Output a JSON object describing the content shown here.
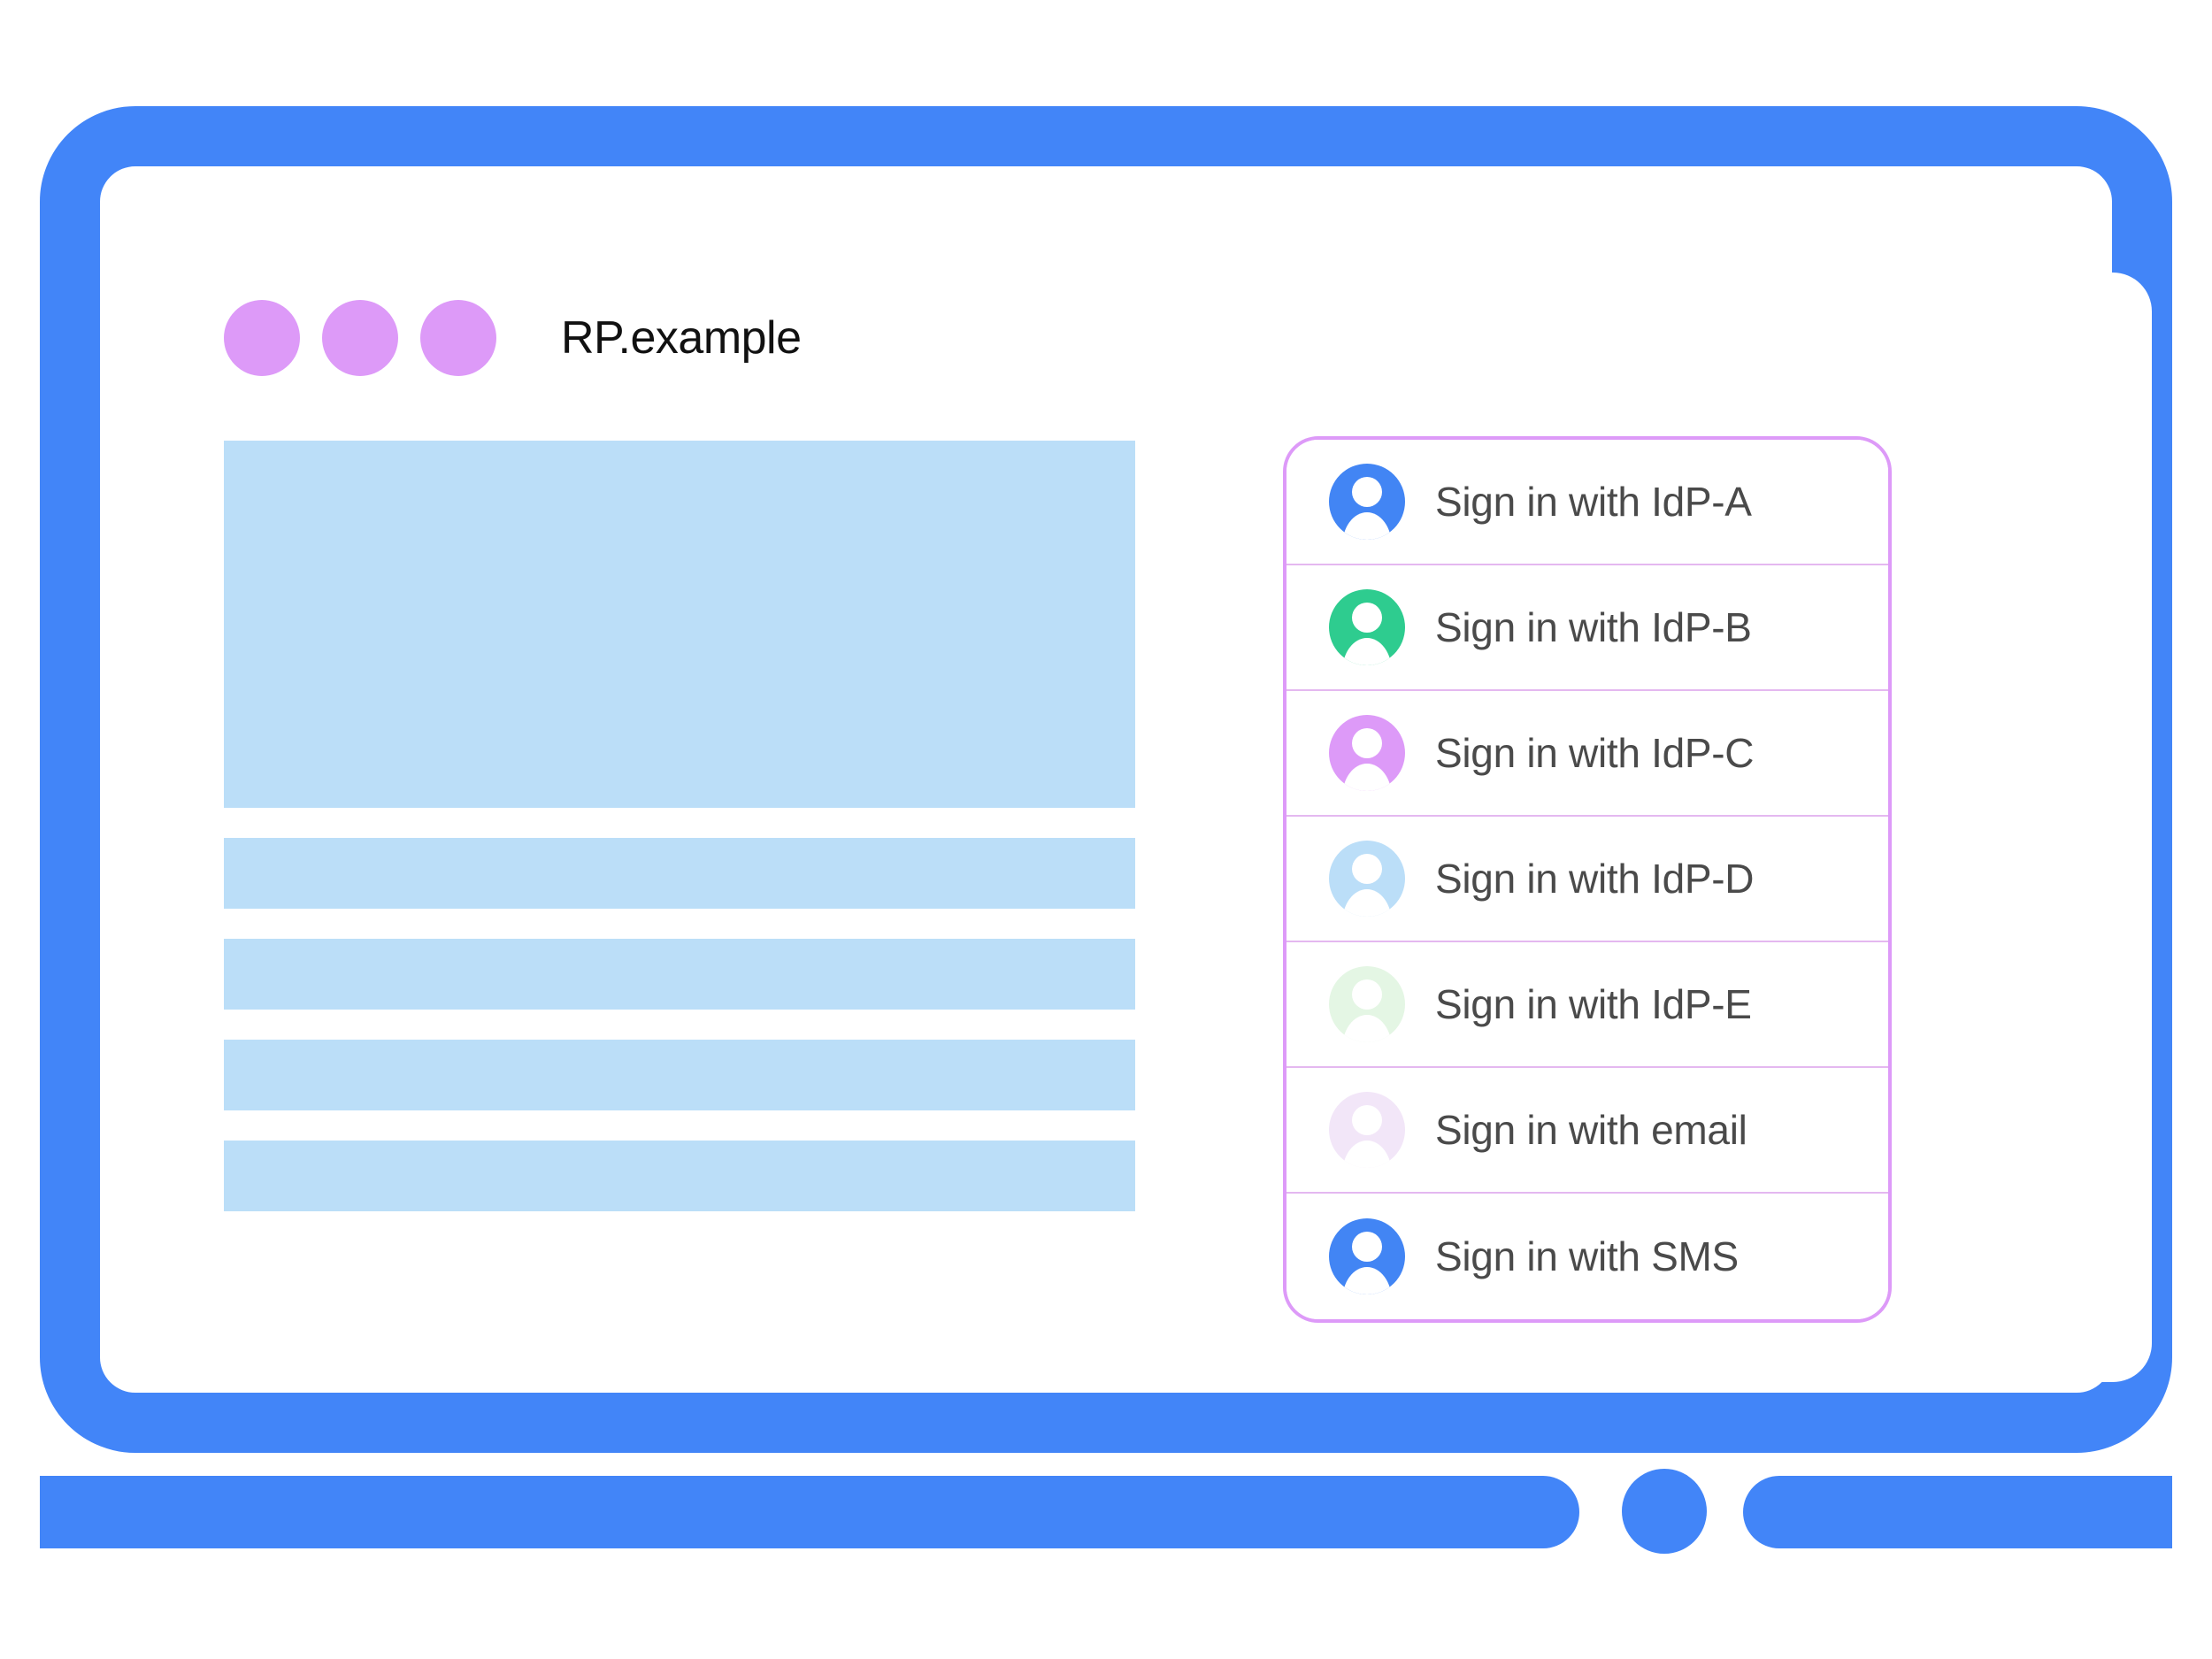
{
  "window": {
    "title": "RP.example",
    "dots": [
      {
        "name": "window-dot-1",
        "color": "#DD9AF8"
      },
      {
        "name": "window-dot-2",
        "color": "#DD9AF8"
      },
      {
        "name": "window-dot-3",
        "color": "#DD9AF8"
      }
    ]
  },
  "device": {
    "frame_color": "#4285F8",
    "screen_background": "#FFFFFF",
    "home_button_color": "#4285F8"
  },
  "content": {
    "block_color": "#BBDEF8",
    "blocks": [
      {
        "kind": "hero"
      },
      {
        "kind": "bar"
      },
      {
        "kind": "bar"
      },
      {
        "kind": "bar"
      },
      {
        "kind": "bar"
      }
    ]
  },
  "signin_panel": {
    "border_color": "#DD9AF8",
    "divider_color": "#E4B8F0",
    "label_color": "#4A4A4A",
    "items": [
      {
        "label": "Sign in with IdP-A",
        "avatar_color": "#4285F4",
        "icon": "person-avatar-icon"
      },
      {
        "label": "Sign in with IdP-B",
        "avatar_color": "#2ECC8F",
        "icon": "person-avatar-icon"
      },
      {
        "label": "Sign in with IdP-C",
        "avatar_color": "#DD9AF8",
        "icon": "person-avatar-icon"
      },
      {
        "label": "Sign in with IdP-D",
        "avatar_color": "#BBDEF8",
        "icon": "person-avatar-icon"
      },
      {
        "label": "Sign in with IdP-E",
        "avatar_color": "#E4F6E4",
        "icon": "person-avatar-icon"
      },
      {
        "label": "Sign in with email",
        "avatar_color": "#F2E6F8",
        "icon": "person-avatar-icon"
      },
      {
        "label": "Sign in with SMS",
        "avatar_color": "#4285F4",
        "icon": "person-avatar-icon"
      }
    ]
  }
}
